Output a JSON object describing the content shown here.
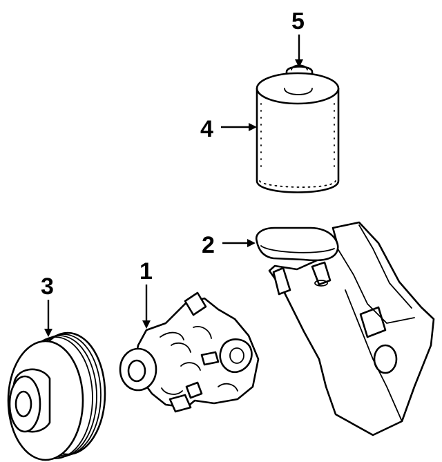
{
  "diagram": {
    "callouts": [
      {
        "id": "1",
        "label": "1",
        "part": "power-steering-pump"
      },
      {
        "id": "2",
        "label": "2",
        "part": "mounting-bracket"
      },
      {
        "id": "3",
        "label": "3",
        "part": "pulley"
      },
      {
        "id": "4",
        "label": "4",
        "part": "reservoir"
      },
      {
        "id": "5",
        "label": "5",
        "part": "reservoir-cap"
      }
    ],
    "colors": {
      "ink": "#000000",
      "background": "#ffffff"
    }
  }
}
